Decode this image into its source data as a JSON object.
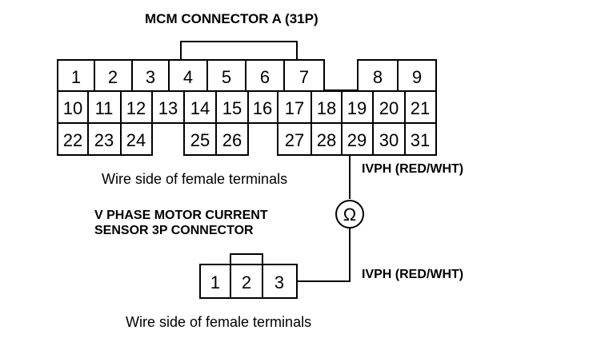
{
  "mcm_connector": {
    "title": "MCM CONNECTOR A (31P)",
    "side_label": "Wire side of female terminals",
    "row1": [
      "1",
      "2",
      "3",
      "4",
      "5",
      "6",
      "7",
      "8",
      "9"
    ],
    "row2": [
      "10",
      "11",
      "12",
      "13",
      "14",
      "15",
      "16",
      "17",
      "18",
      "19",
      "20",
      "21"
    ],
    "row3": [
      "22",
      "23",
      "24",
      "25",
      "26",
      "27",
      "28",
      "29",
      "30",
      "31"
    ]
  },
  "wire_top_label": "IVPH (RED/WHT)",
  "wire_bottom_label": "IVPH (RED/WHT)",
  "ohmmeter_symbol": "Ω",
  "sensor_connector": {
    "title_line1": "V PHASE MOTOR CURRENT",
    "title_line2": "SENSOR 3P CONNECTOR",
    "pins": [
      "1",
      "2",
      "3"
    ],
    "side_label": "Wire side of female terminals"
  }
}
